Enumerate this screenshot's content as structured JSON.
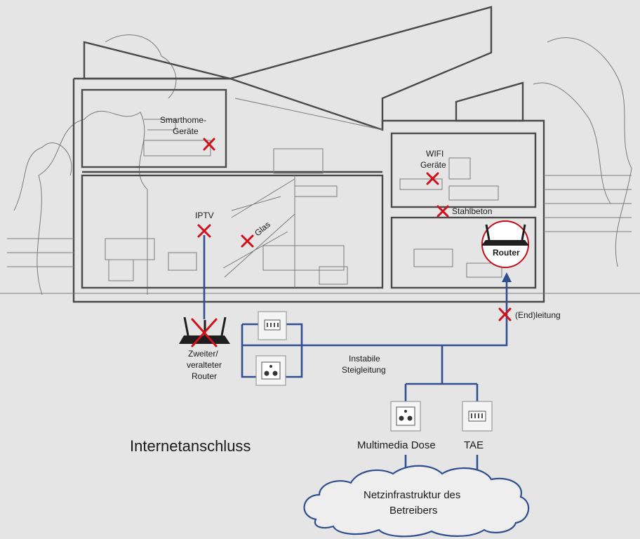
{
  "labels": {
    "smarthome_1": "Smarthome-",
    "smarthome_2": "Geräte",
    "wifi_1": "WIFI",
    "wifi_2": "Geräte",
    "stahlbeton": "Stahlbeton",
    "iptv": "IPTV",
    "glas": "Glas",
    "router": "Router",
    "endleitung": "(End)leitung",
    "old_router_1": "Zweiter/",
    "old_router_2": "veralteter",
    "old_router_3": "Router",
    "instabile_1": "Instabile",
    "instabile_2": "Steigleitung",
    "multimedia": "Multimedia Dose",
    "tae": "TAE",
    "internet": "Internetanschluss",
    "cloud_1": "Netzinfrastruktur des",
    "cloud_2": "Betreibers"
  },
  "colors": {
    "cable": "#2f4f8f",
    "cross": "#d0101a"
  }
}
